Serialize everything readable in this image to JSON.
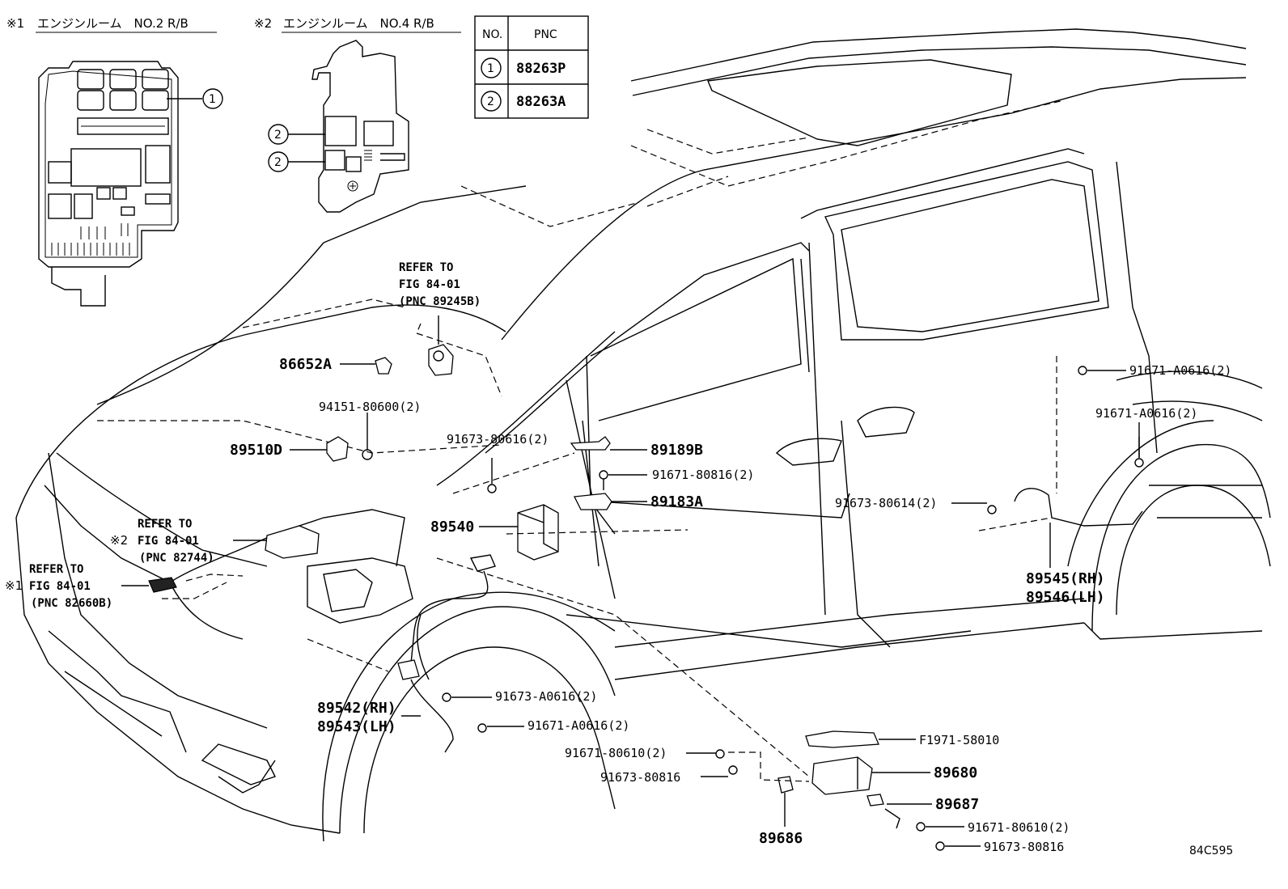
{
  "headers": {
    "rb1": {
      "mark": "※1",
      "text": "エンジンルーム　NO.2 R/B"
    },
    "rb2": {
      "mark": "※2",
      "text": "エンジンルーム　NO.4 R/B"
    }
  },
  "pnc_table": {
    "col_no": "NO.",
    "col_pnc": "PNC",
    "rows": [
      {
        "no": "1",
        "pnc": "88263P"
      },
      {
        "no": "2",
        "pnc": "88263A"
      }
    ]
  },
  "callout_numbers": {
    "c1": "1",
    "c2a": "2",
    "c2b": "2"
  },
  "references": {
    "ref_top": {
      "l1": "REFER TO",
      "l2": "FIG 84-01",
      "l3": "(PNC 89245B)"
    },
    "ref_mid": {
      "mark": "※2",
      "l1": "REFER TO",
      "l2": "FIG 84-01",
      "l3": "(PNC 82744)"
    },
    "ref_low": {
      "mark": "※1",
      "l1": "REFER TO",
      "l2": "FIG 84-01",
      "l3": "(PNC 82660B)"
    }
  },
  "part_labels": {
    "p86652A": "86652A",
    "p94151": "94151-80600(2)",
    "p89510D": "89510D",
    "p91673_80616": "91673-80616(2)",
    "p89189B": "89189B",
    "p91671_80816": "91671-80816(2)",
    "p89183A": "89183A",
    "p89540": "89540",
    "p91671_A0616_r1": "91671-A0616(2)",
    "p91671_A0616_r2": "91671-A0616(2)",
    "p91673_80614": "91673-80614(2)",
    "p89545": "89545(RH)",
    "p89546": "89546(LH)",
    "p89542": "89542(RH)",
    "p89543": "89543(LH)",
    "p91673_A0616": "91673-A0616(2)",
    "p91671_A0616_f": "91671-A0616(2)",
    "p91671_80610_a": "91671-80610(2)",
    "p91673_80816_a": "91673-80816",
    "pF1971": "F1971-58010",
    "p89680": "89680",
    "p89687": "89687",
    "p89686": "89686",
    "p91671_80610_b": "91671-80610(2)",
    "p91673_80816_b": "91673-80816"
  },
  "figure_code": "84C595"
}
